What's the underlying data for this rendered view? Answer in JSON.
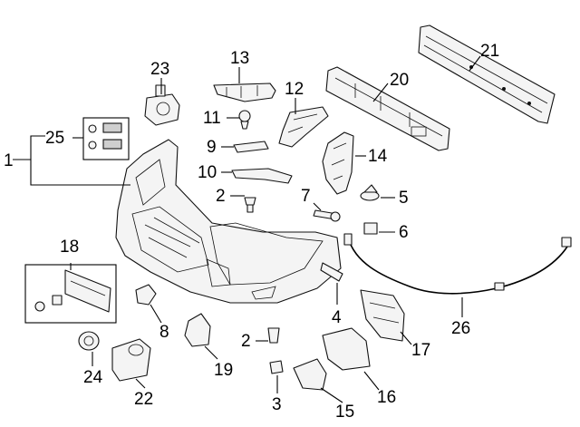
{
  "diagram": {
    "callouts": {
      "c1": "1",
      "c2a": "2",
      "c2b": "2",
      "c3": "3",
      "c4": "4",
      "c5": "5",
      "c6": "6",
      "c7": "7",
      "c8": "8",
      "c9": "9",
      "c10": "10",
      "c11": "11",
      "c12": "12",
      "c13": "13",
      "c14": "14",
      "c15": "15",
      "c16": "16",
      "c17": "17",
      "c18": "18",
      "c19": "19",
      "c20": "20",
      "c21": "21",
      "c22": "22",
      "c23": "23",
      "c24": "24",
      "c25": "25",
      "c26": "26"
    },
    "colors": {
      "line": "#000000",
      "part_fill": "#f4f4f4",
      "background": "#ffffff"
    }
  }
}
